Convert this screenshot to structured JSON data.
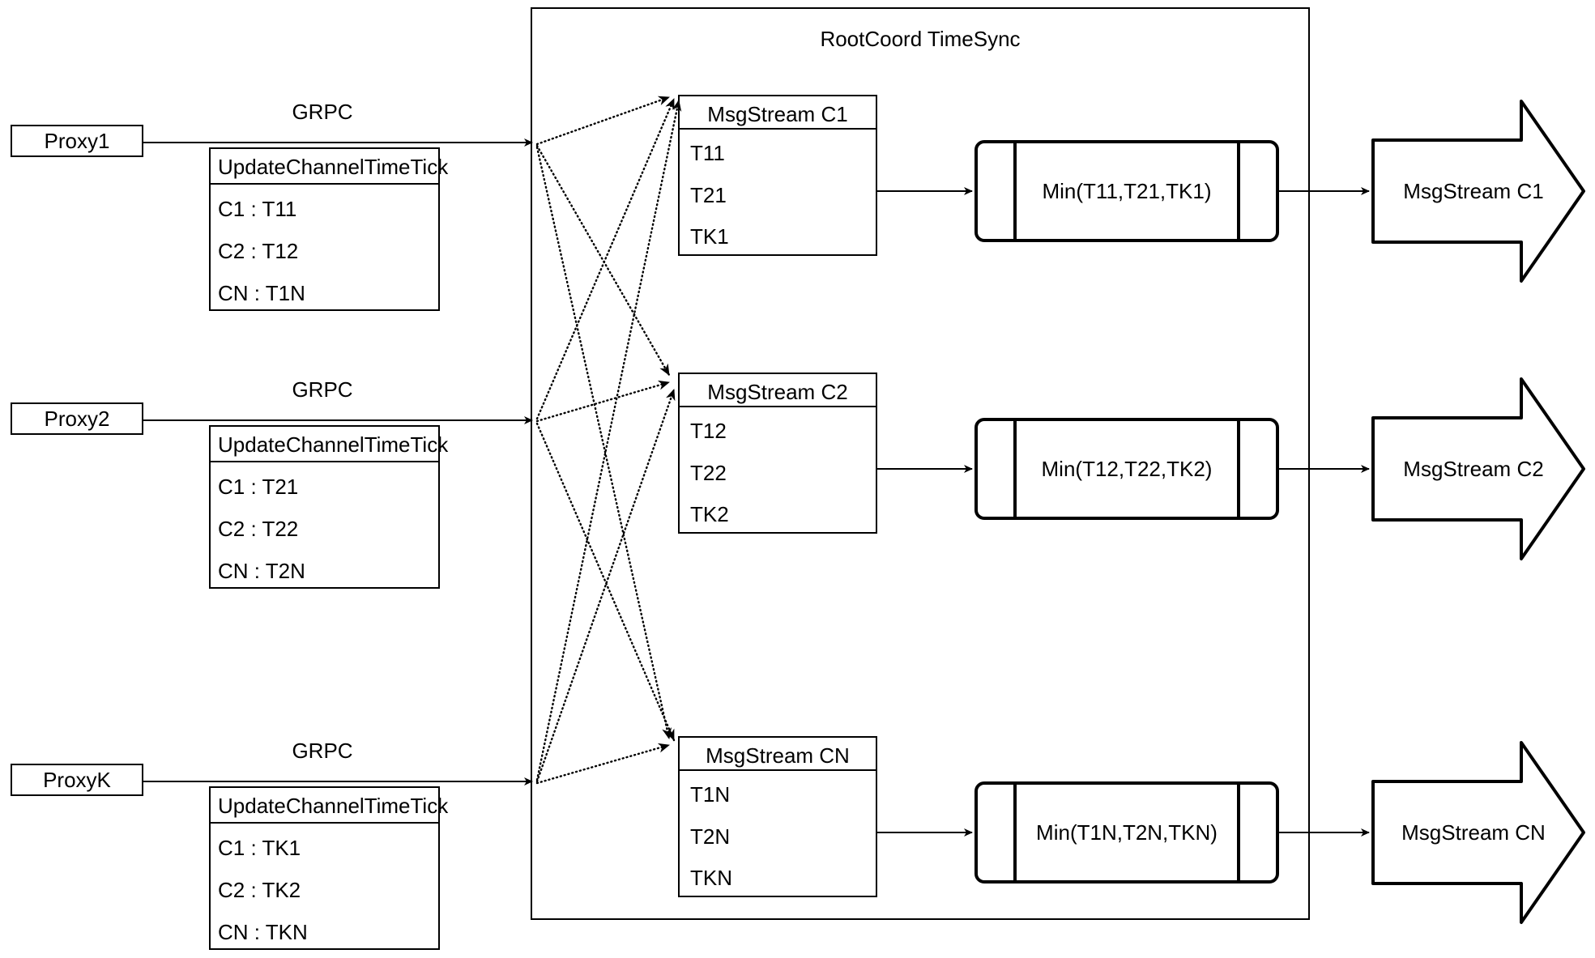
{
  "diagram": {
    "title": "RootCoord TimeSync",
    "container_label": "RootCoord TimeSync",
    "accent_color": "#000000",
    "background_color": "#ffffff",
    "proxies": [
      {
        "name": "Proxy1",
        "link_label": "GRPC",
        "table_header": "UpdateChannelTimeTick",
        "rows": [
          "C1 :  T11",
          "C2 :  T12",
          "CN : T1N"
        ]
      },
      {
        "name": "Proxy2",
        "link_label": "GRPC",
        "table_header": "UpdateChannelTimeTick",
        "rows": [
          "C1 :  T21",
          "C2 :  T22",
          "CN : T2N"
        ]
      },
      {
        "name": "ProxyK",
        "link_label": "GRPC",
        "table_header": "UpdateChannelTimeTick",
        "rows": [
          "C1 :  TK1",
          "C2 :  TK2",
          "CN : TKN"
        ]
      }
    ],
    "msgstreams": [
      {
        "header": "MsgStream C1",
        "rows": [
          "T11",
          "T21",
          "TK1"
        ]
      },
      {
        "header": "MsgStream C2",
        "rows": [
          "T12",
          "T22",
          "TK2"
        ]
      },
      {
        "header": "MsgStream CN",
        "rows": [
          "T1N",
          "T2N",
          "TKN"
        ]
      }
    ],
    "min_nodes": [
      {
        "label": "Min(T11,T21,TK1)"
      },
      {
        "label": "Min(T12,T22,TK2)"
      },
      {
        "label": "Min(T1N,T2N,TKN)"
      }
    ],
    "outputs": [
      {
        "label": "MsgStream C1"
      },
      {
        "label": "MsgStream C2"
      },
      {
        "label": "MsgStream CN"
      }
    ]
  }
}
